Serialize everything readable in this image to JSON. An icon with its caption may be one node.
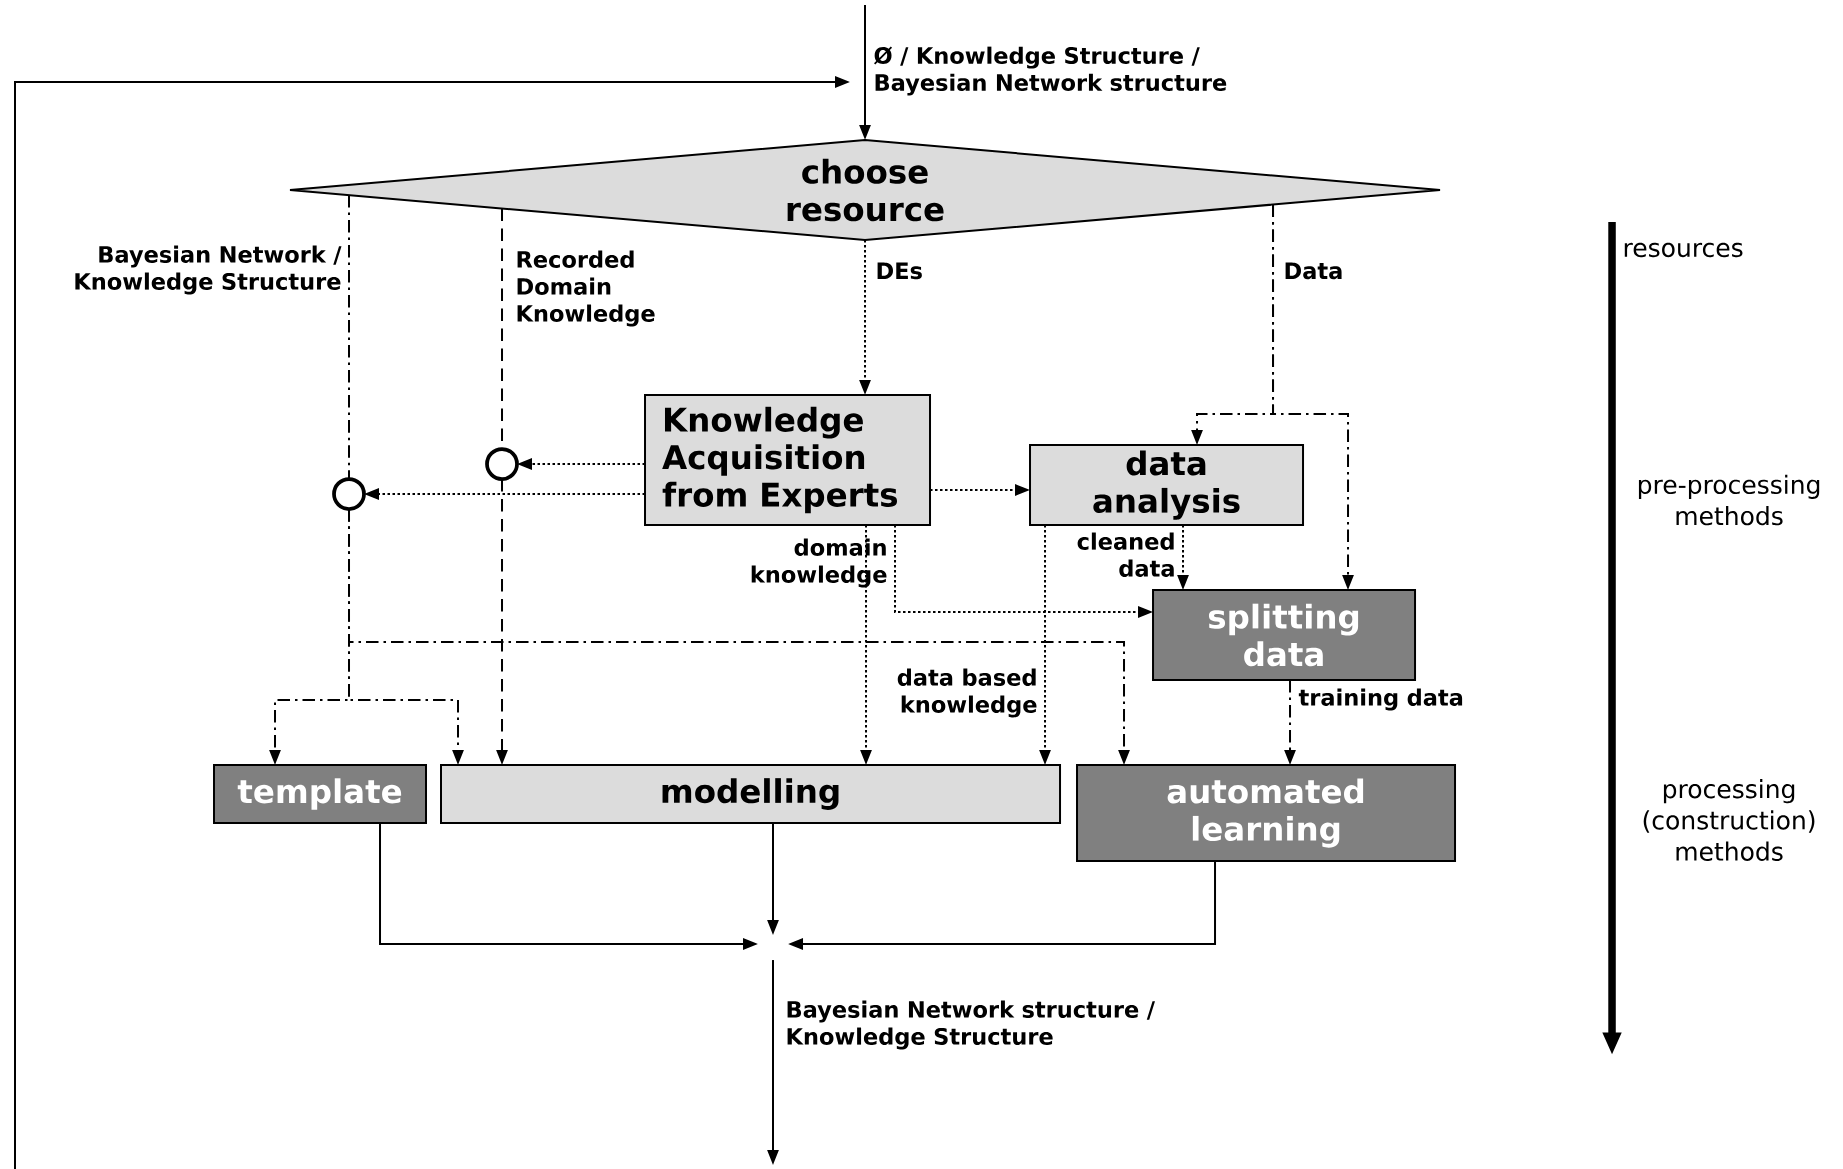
{
  "diagram": {
    "nodes": [
      {
        "text": [
          "choose resource"
        ]
      },
      {
        "text": [
          "Knowledge Acquisition from Experts"
        ]
      },
      {
        "text": [],
        "shape": "circle"
      },
      {
        "text": [],
        "shape": "circle"
      },
      {
        "text": [
          "data analysis"
        ]
      },
      {
        "text": [
          "splitting data"
        ]
      },
      {
        "text": [
          "template"
        ]
      },
      {
        "text": [
          "modelling"
        ]
      },
      {
        "text": [
          "automated learning"
        ]
      }
    ],
    "edges": [
      {
        "from": null,
        "to": 0,
        "arrow": "to",
        "label": "Ø / Knowledge Structure / Bayesian Network structure"
      },
      {
        "from": 0,
        "to": 3,
        "arrow": "none",
        "style": "dashed",
        "label": "Bayesian Network / Knowledge Structure"
      },
      {
        "from": 0,
        "to": 2,
        "arrow": "none",
        "style": "dashed",
        "label": "Recorded Domain Knowledge"
      },
      {
        "from": 0,
        "to": 1,
        "arrow": "to",
        "style": "dashed",
        "label": "DEs"
      },
      {
        "from": 0,
        "to": 4,
        "arrow": "to",
        "style": "dashed",
        "label": "Data"
      },
      {
        "from": 0,
        "to": 5,
        "arrow": "to",
        "style": "dashed"
      },
      {
        "from": 1,
        "to": 2,
        "arrow": "to",
        "style": "dashed"
      },
      {
        "from": 1,
        "to": 3,
        "arrow": "to",
        "style": "dashed"
      },
      {
        "from": 1,
        "to": 4,
        "arrow": "to",
        "style": "dashed"
      },
      {
        "from": 1,
        "to": 7,
        "arrow": "to",
        "style": "dashed"
      },
      {
        "from": 1,
        "to": 5,
        "arrow": "to",
        "style": "dashed",
        "label": "domain knowledge"
      },
      {
        "from": 4,
        "to": 5,
        "arrow": "to",
        "style": "dashed",
        "label": "cleaned data"
      },
      {
        "from": 4,
        "to": 7,
        "arrow": "to",
        "style": "dashed",
        "label": "data based knowledge"
      },
      {
        "from": 3,
        "to": 6,
        "arrow": "to",
        "style": "dashed"
      },
      {
        "from": 3,
        "to": 7,
        "arrow": "to",
        "style": "dashed"
      },
      {
        "from": 3,
        "to": 8,
        "arrow": "to",
        "style": "dashed"
      },
      {
        "from": 2,
        "to": 7,
        "arrow": "to",
        "style": "dashed"
      },
      {
        "from": 5,
        "to": 8,
        "arrow": "to",
        "style": "dashed",
        "label": "training data"
      },
      {
        "from": 6,
        "to": null,
        "arrow": "to"
      },
      {
        "from": 7,
        "to": null,
        "arrow": "to"
      },
      {
        "from": 8,
        "to": null,
        "arrow": "to"
      }
    ],
    "labels": [
      "Bayesian Network structure / Knowledge Structure",
      "resources",
      "pre-processing methods",
      "processing (construction) methods"
    ]
  }
}
